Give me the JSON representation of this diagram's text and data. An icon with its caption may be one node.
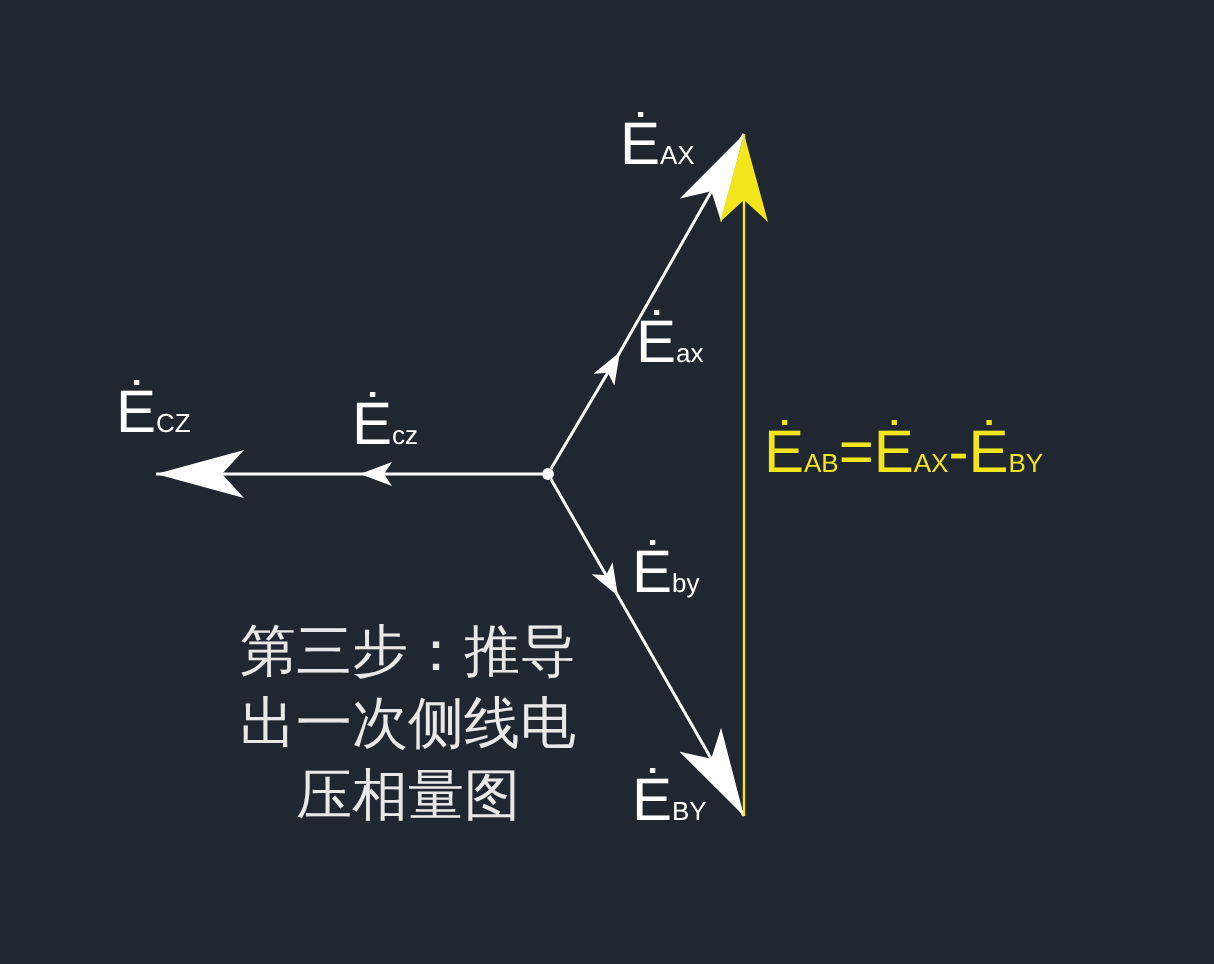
{
  "diagram": {
    "nodes": [
      {
        "text": [],
        "shape": "dot"
      },
      {
        "text": [
          "Ė$_{AX}$"
        ]
      },
      {
        "text": [
          "Ė$_{BY}$"
        ]
      },
      {
        "text": [
          "Ė$_{CZ}$"
        ]
      }
    ],
    "edges": [
      {
        "from": 0,
        "to": 1,
        "arrow": "to",
        "label": "Ė$_{ax}$"
      },
      {
        "from": 0,
        "to": 2,
        "arrow": "to",
        "label": "Ė$_{by}$"
      },
      {
        "from": 0,
        "to": 3,
        "arrow": "to",
        "label": "Ė$_{cz}$"
      },
      {
        "from": 2,
        "to": 1,
        "arrow": "to",
        "label": "Ė$_{AB}$=Ė$_{AX}$-Ė$_{BY}$",
        "color": "#f2e51c"
      }
    ],
    "labels": [
      "第三步：推导出一次侧线电压相量图"
    ]
  }
}
